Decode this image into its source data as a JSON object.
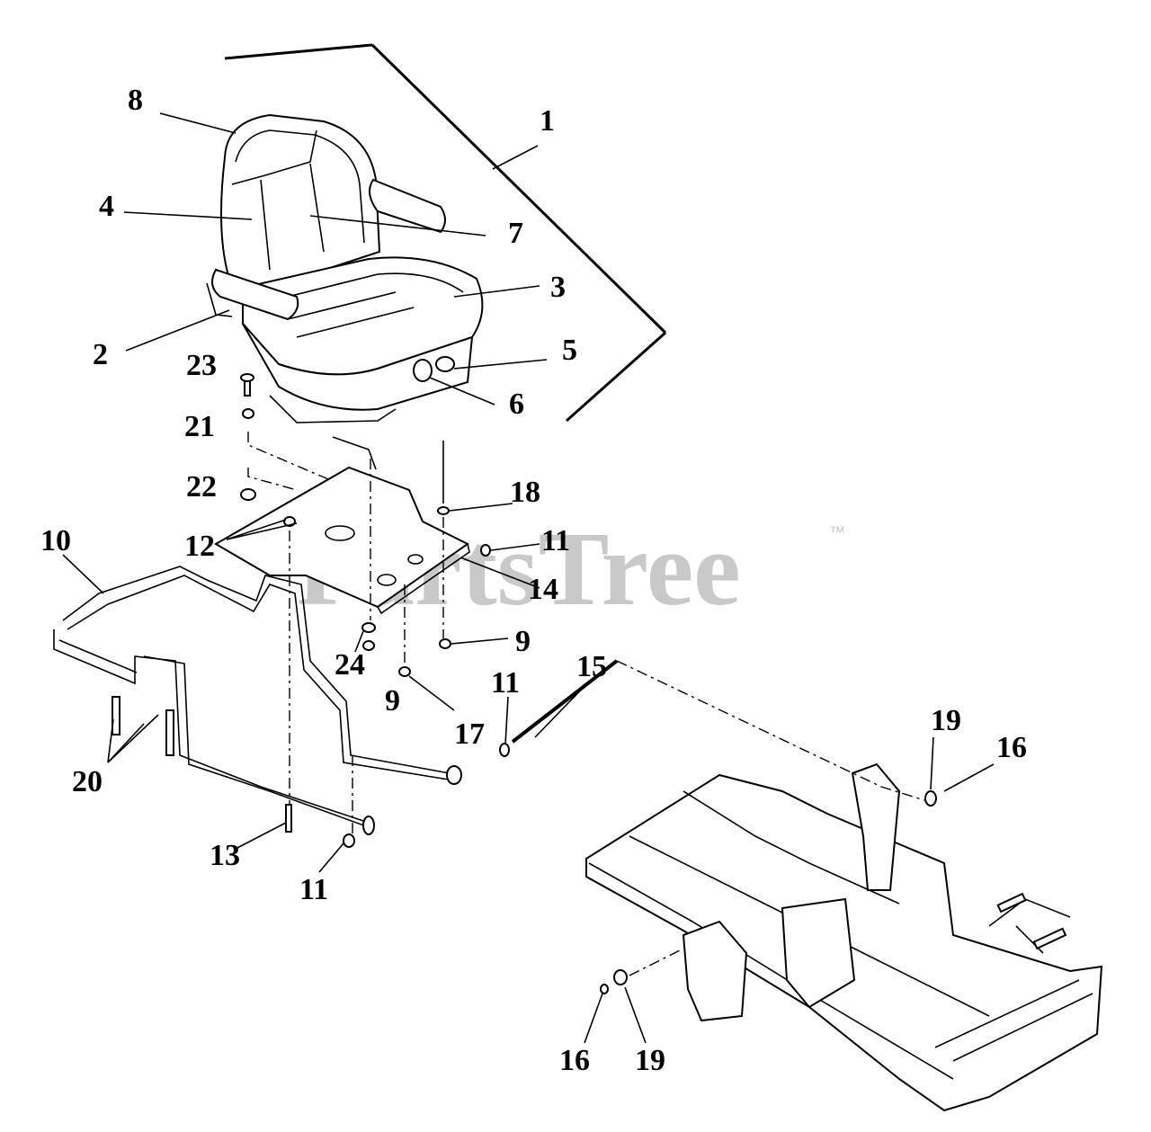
{
  "watermark": {
    "text": "PartsTree",
    "trademark": "™"
  },
  "callouts": [
    {
      "id": "c1",
      "text": "1"
    },
    {
      "id": "c2",
      "text": "2"
    },
    {
      "id": "c3",
      "text": "3"
    },
    {
      "id": "c4",
      "text": "4"
    },
    {
      "id": "c5",
      "text": "5"
    },
    {
      "id": "c6",
      "text": "6"
    },
    {
      "id": "c7",
      "text": "7"
    },
    {
      "id": "c8",
      "text": "8"
    },
    {
      "id": "c9a",
      "text": "9"
    },
    {
      "id": "c9b",
      "text": "9"
    },
    {
      "id": "c10",
      "text": "10"
    },
    {
      "id": "c11a",
      "text": "11"
    },
    {
      "id": "c11b",
      "text": "11"
    },
    {
      "id": "c11c",
      "text": "11"
    },
    {
      "id": "c12",
      "text": "12"
    },
    {
      "id": "c13",
      "text": "13"
    },
    {
      "id": "c14",
      "text": "14"
    },
    {
      "id": "c15",
      "text": "15"
    },
    {
      "id": "c16a",
      "text": "16"
    },
    {
      "id": "c16b",
      "text": "16"
    },
    {
      "id": "c17",
      "text": "17"
    },
    {
      "id": "c18",
      "text": "18"
    },
    {
      "id": "c19a",
      "text": "19"
    },
    {
      "id": "c19b",
      "text": "19"
    },
    {
      "id": "c20",
      "text": "20"
    },
    {
      "id": "c21",
      "text": "21"
    },
    {
      "id": "c22",
      "text": "22"
    },
    {
      "id": "c23",
      "text": "23"
    },
    {
      "id": "c24",
      "text": "24"
    }
  ]
}
